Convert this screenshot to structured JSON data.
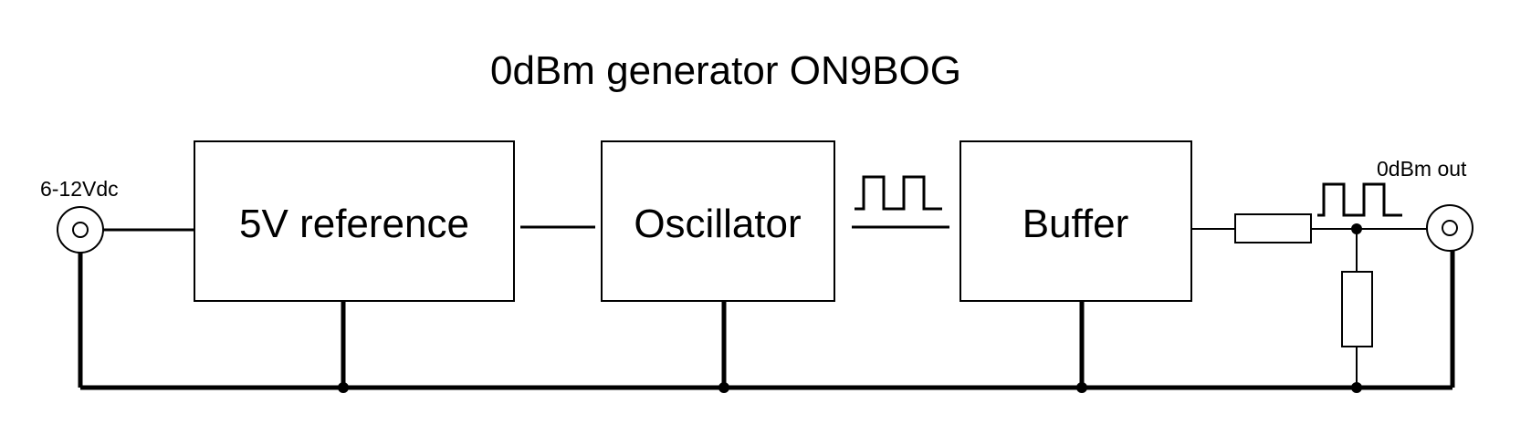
{
  "title": "0dBm generator ON9BOG",
  "input_label": "6-12Vdc",
  "output_label": "0dBm out",
  "blocks": {
    "reference": "5V reference",
    "oscillator": "Oscillator",
    "buffer": "Buffer"
  },
  "colors": {
    "line": "#000000",
    "background": "#ffffff"
  }
}
